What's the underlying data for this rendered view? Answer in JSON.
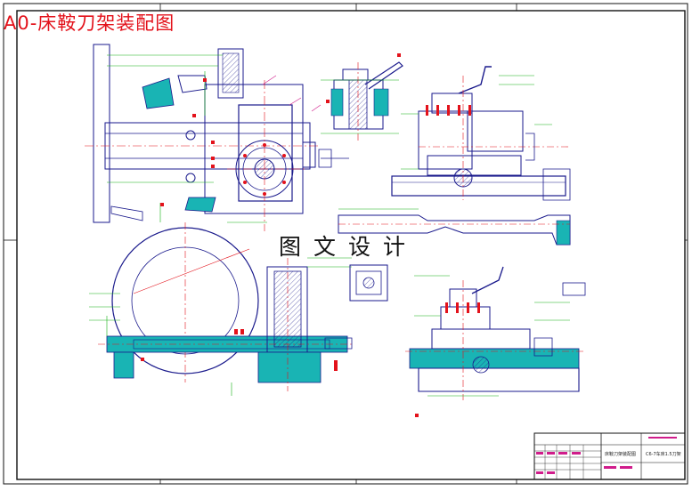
{
  "drawing": {
    "title": "A0-床鞍刀架装配图",
    "watermark": "图文设计"
  },
  "title_block": {
    "drawing_name": "床鞍刀架装配图",
    "project": "C6-7车床1.5刀架"
  },
  "colors": {
    "frame": "#111111",
    "title": "#e3121b",
    "outline": "#1a1a8c",
    "section_fill": "#19b4b4",
    "centerline": "#e3121b",
    "dimension": "#12b012",
    "annotation": "#d01c8b",
    "hatch": "#c8c800"
  }
}
